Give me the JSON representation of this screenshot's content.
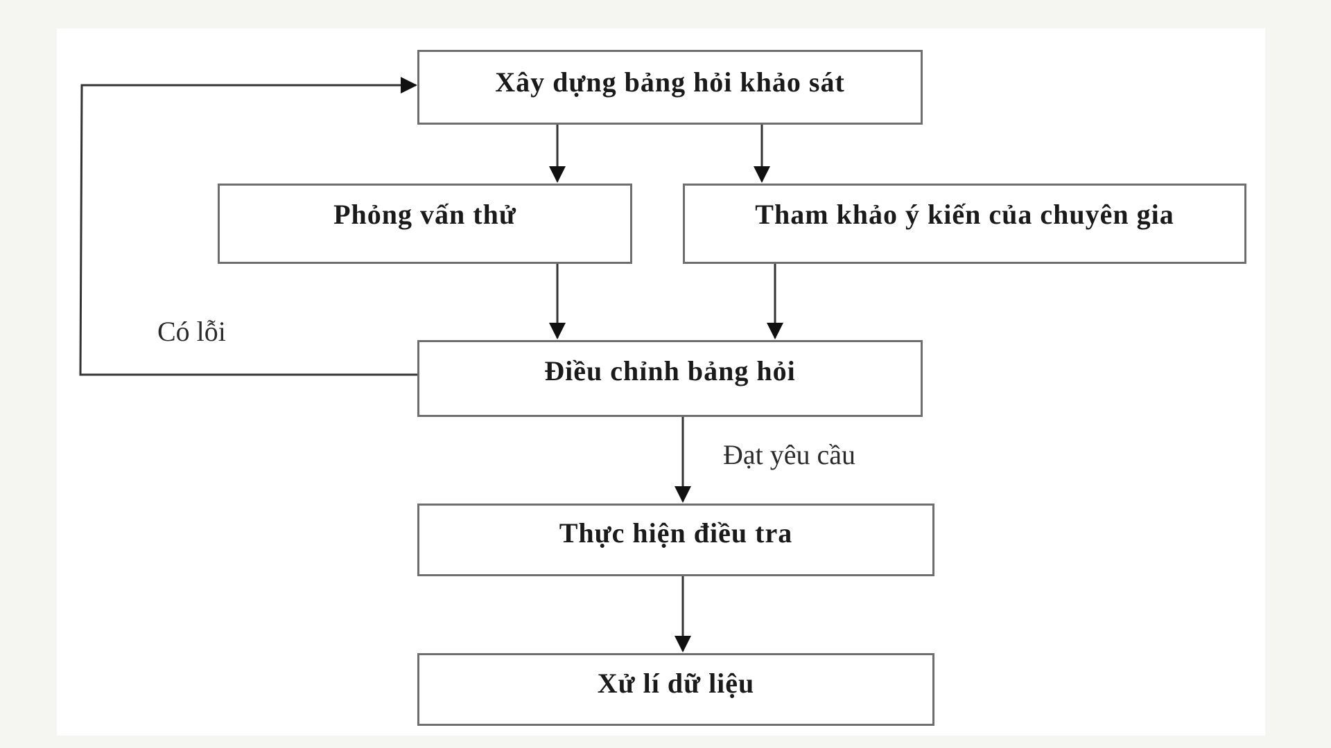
{
  "diagram": {
    "type": "flowchart",
    "nodes": [
      {
        "id": "build",
        "label": "Xây dựng bảng hỏi khảo sát"
      },
      {
        "id": "pilot",
        "label": "Phỏng vấn thử"
      },
      {
        "id": "expert",
        "label": "Tham khảo ý kiến của chuyên gia"
      },
      {
        "id": "adjust",
        "label": "Điều chỉnh bảng hỏi"
      },
      {
        "id": "survey",
        "label": "Thực hiện điều tra"
      },
      {
        "id": "process",
        "label": "Xử lí dữ liệu"
      }
    ],
    "edges": [
      {
        "from": "build",
        "to": "pilot"
      },
      {
        "from": "build",
        "to": "expert"
      },
      {
        "from": "pilot",
        "to": "adjust"
      },
      {
        "from": "expert",
        "to": "adjust"
      },
      {
        "from": "adjust",
        "to": "build",
        "label": "Có lỗi"
      },
      {
        "from": "adjust",
        "to": "survey",
        "label": "Đạt yêu cầu"
      },
      {
        "from": "survey",
        "to": "process"
      }
    ],
    "edge_labels": {
      "error": "Có lỗi",
      "pass": "Đạt yêu cầu"
    },
    "colors": {
      "background": "#f5f6f2",
      "panel": "#ffffff",
      "border": "#6e6e6e",
      "text": "#1a1a1a"
    }
  }
}
